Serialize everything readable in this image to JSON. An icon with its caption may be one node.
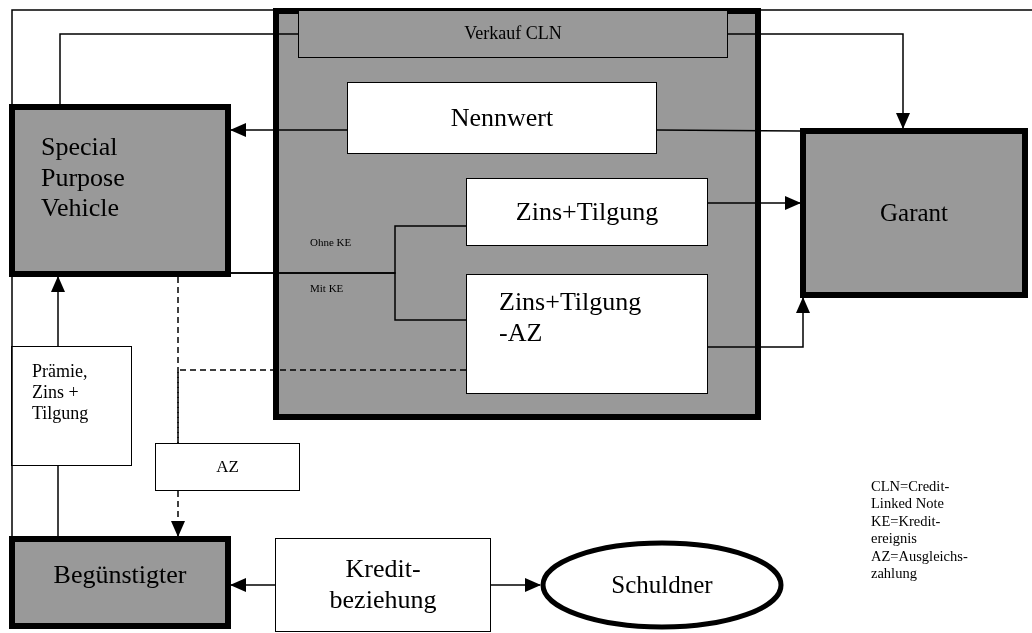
{
  "diagram": {
    "nodes": [
      {
        "text": [],
        "shape": "box"
      },
      {
        "text": [
          "Verkauf CLN"
        ],
        "in": 0
      },
      {
        "text": [
          "Nennwert"
        ],
        "in": 0
      },
      {
        "text": [
          "Zins+Tilgung"
        ],
        "in": 0
      },
      {
        "text": [
          "Zins+Tilgung -AZ"
        ],
        "in": 0
      },
      {
        "text": [
          "Special Purpose Vehicle"
        ]
      },
      {
        "text": [
          "Garant"
        ]
      },
      {
        "text": [
          "Prämie, Zins + Tilgung"
        ]
      },
      {
        "text": [
          "AZ"
        ]
      },
      {
        "text": [
          "Begünstigter"
        ]
      },
      {
        "text": [
          "Kredit-beziehung"
        ]
      },
      {
        "text": [
          "Schuldner"
        ]
      }
    ],
    "edges": [
      {
        "from": 1,
        "to": 6,
        "arrow": "to"
      },
      {
        "from": 5,
        "to": 1,
        "arrow": "none"
      },
      {
        "from": 2,
        "to": 5,
        "arrow": "to"
      },
      {
        "from": 2,
        "to": 6,
        "arrow": "none"
      },
      {
        "from": 3,
        "to": 6,
        "arrow": "to"
      },
      {
        "from": 4,
        "to": 6,
        "arrow": "to"
      },
      {
        "from": 5,
        "to": 3,
        "arrow": "none",
        "label": "Ohne KE"
      },
      {
        "from": 5,
        "to": 4,
        "arrow": "none",
        "label": "Mit KE"
      },
      {
        "from": 5,
        "to": 8,
        "arrow": "none",
        "style": "dashed"
      },
      {
        "from": 4,
        "to": 8,
        "arrow": "none",
        "style": "dashed"
      },
      {
        "from": 8,
        "to": 9,
        "arrow": "to",
        "style": "dashed"
      },
      {
        "from": 9,
        "to": 7,
        "arrow": "none"
      },
      {
        "from": 7,
        "to": 5,
        "arrow": "to"
      },
      {
        "from": 10,
        "to": 9,
        "arrow": "to"
      },
      {
        "from": 10,
        "to": 11,
        "arrow": "to"
      },
      {
        "from": 9,
        "to": null,
        "arrow": "none"
      }
    ],
    "labels": [
      "CLN=Credit-Linked Note",
      "KE=Kredit-ereignis",
      "AZ=Ausgleichs-zahlung"
    ]
  }
}
